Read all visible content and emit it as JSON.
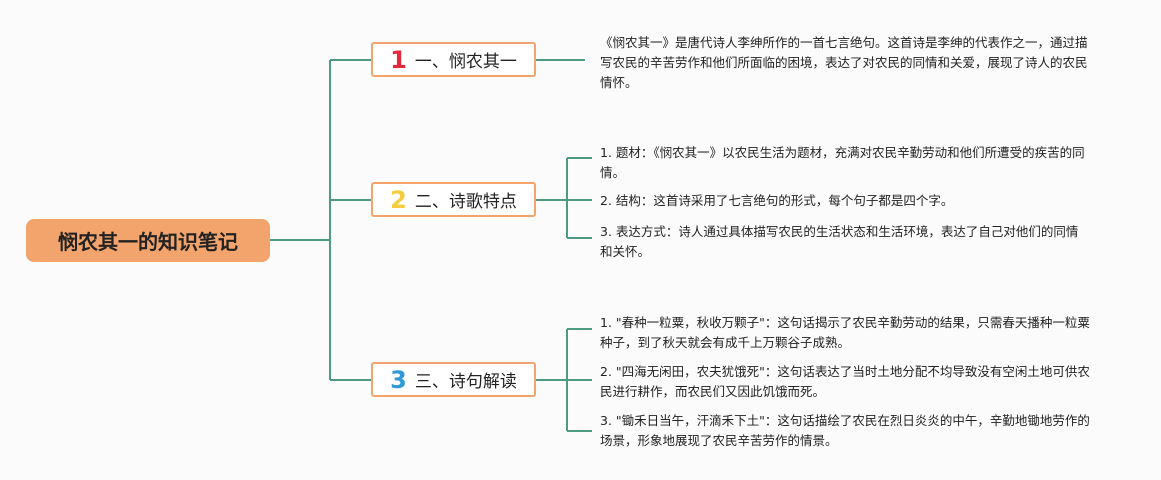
{
  "root": {
    "title": "悯农其一的知识笔记"
  },
  "branches": [
    {
      "number": "1",
      "label": "一、悯农其一"
    },
    {
      "number": "2",
      "label": "二、诗歌特点"
    },
    {
      "number": "3",
      "label": "三、诗句解读"
    }
  ],
  "notes": {
    "intro": "《悯农其一》是唐代诗人李绅所作的一首七言绝句。这首诗是李绅的代表作之一，通过描写农民的辛苦劳作和他们所面临的困境，表达了对农民的同情和关爱，展现了诗人的农民情怀。",
    "features": [
      "1. 题材：《悯农其一》以农民生活为题材，充满对农民辛勤劳动和他们所遭受的疾苦的同情。",
      "2. 结构：这首诗采用了七言绝句的形式，每个句子都是四个字。",
      "3. 表达方式：诗人通过具体描写农民的生活状态和生活环境，表达了自己对他们的同情和关怀。"
    ],
    "lines": [
      "1. \"春种一粒粟，秋收万颗子\"：这句话揭示了农民辛勤劳动的结果，只需春天播种一粒粟种子，到了秋天就会有成千上万颗谷子成熟。",
      "2. \"四海无闲田，农夫犹饿死\"：这句话表达了当时土地分配不均导致没有空闲土地可供农民进行耕作，而农民们又因此饥饿而死。",
      "3. \"锄禾日当午，汗滴禾下土\"：这句话描绘了农民在烈日炎炎的中午，辛勤地锄地劳作的场景，形象地展现了农民辛苦劳作的情景。"
    ]
  },
  "colors": {
    "connector": "#4e9a82",
    "root_fill": "#f3a46c",
    "branch_border": "#f3a46c",
    "num1": "#e5283b",
    "num2": "#f3cd3d",
    "num3": "#2f99d8"
  }
}
